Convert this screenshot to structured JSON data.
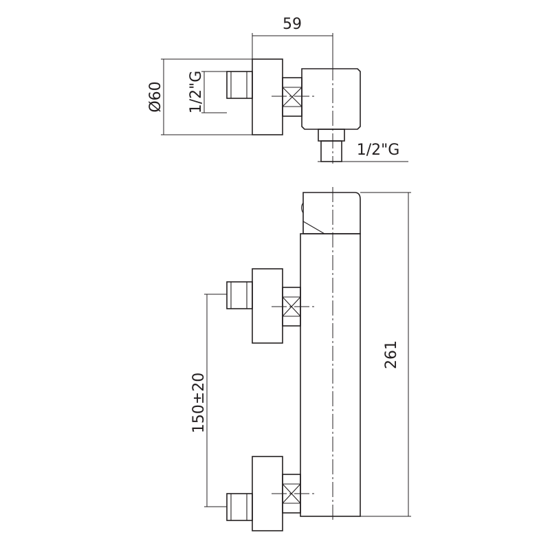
{
  "top_view": {
    "width_dim": "59",
    "diameter_dim": "Ø60",
    "inlet_thread": "1/2\"G",
    "outlet_thread": "1/2\"G"
  },
  "side_view": {
    "height_dim": "261",
    "inlet_spacing_dim": "150±20"
  }
}
